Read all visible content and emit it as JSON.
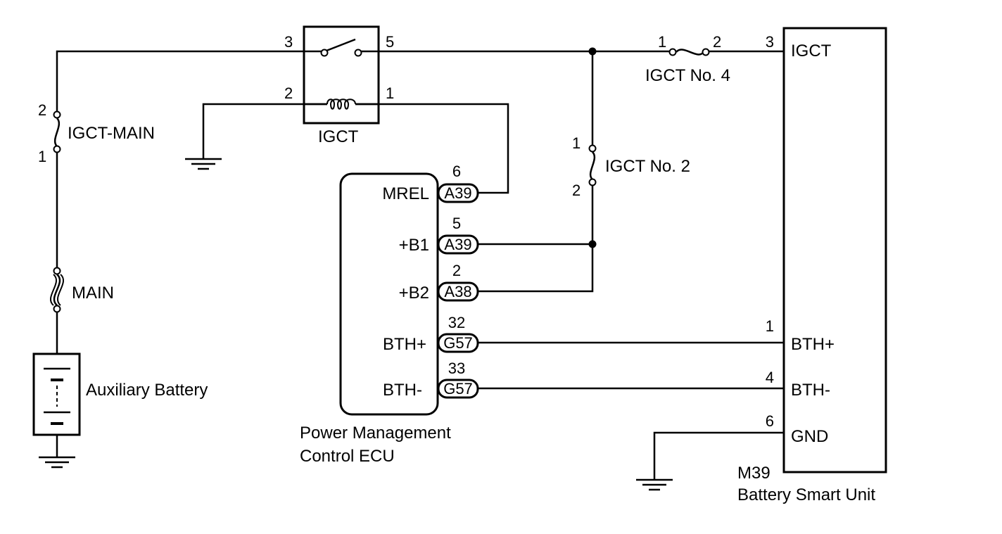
{
  "components": {
    "igct_main_fuse": {
      "label": "IGCT-MAIN",
      "pin_top": "2",
      "pin_bottom": "1"
    },
    "main_fuse": {
      "label": "MAIN"
    },
    "battery": {
      "label": "Auxiliary Battery"
    },
    "igct_relay": {
      "label": "IGCT",
      "pin_switch_in": "3",
      "pin_switch_out": "5",
      "pin_coil_gnd": "2",
      "pin_coil_ctrl": "1"
    },
    "igct_no4_fuse": {
      "label": "IGCT No. 4",
      "pin_in": "1",
      "pin_out": "2"
    },
    "igct_no2_fuse": {
      "label": "IGCT No. 2",
      "pin_top": "1",
      "pin_bottom": "2"
    },
    "ecu": {
      "label_line1": "Power Management",
      "label_line2": "Control ECU",
      "terminals": [
        {
          "name": "MREL",
          "connector": "A39",
          "pin": "6"
        },
        {
          "name": "+B1",
          "connector": "A39",
          "pin": "5"
        },
        {
          "name": "+B2",
          "connector": "A38",
          "pin": "2"
        },
        {
          "name": "BTH+",
          "connector": "G57",
          "pin": "32"
        },
        {
          "name": "BTH-",
          "connector": "G57",
          "pin": "33"
        }
      ]
    },
    "bsu": {
      "code": "M39",
      "label": "Battery Smart Unit",
      "terminals": [
        {
          "name": "IGCT",
          "pin": "3"
        },
        {
          "name": "BTH+",
          "pin": "1"
        },
        {
          "name": "BTH-",
          "pin": "4"
        },
        {
          "name": "GND",
          "pin": "6"
        }
      ]
    }
  }
}
